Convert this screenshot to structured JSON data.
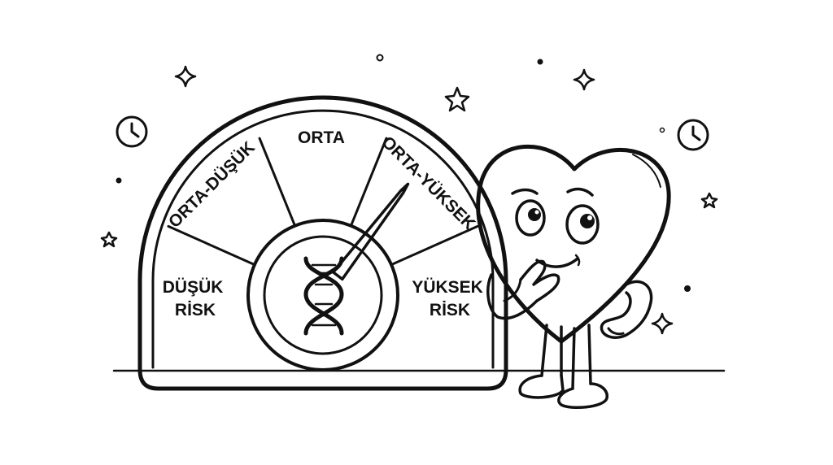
{
  "gauge": {
    "segments": [
      {
        "key": "dusuk",
        "lines": [
          "DÜŞÜK",
          "RİSK"
        ]
      },
      {
        "key": "orta_dusuk",
        "lines": [
          "ORTA-DÜŞÜK"
        ]
      },
      {
        "key": "orta",
        "lines": [
          "ORTA"
        ]
      },
      {
        "key": "orta_yuksek",
        "lines": [
          "ORTA-YÜKSEK"
        ]
      },
      {
        "key": "yuksek",
        "lines": [
          "YÜKSEK",
          "RİSK"
        ]
      }
    ],
    "needle_value": 0.67,
    "center_icon": "dna-icon"
  },
  "character": {
    "icon": "heart-character-icon",
    "pose": "thinking"
  },
  "decorations": [
    "clock-icon",
    "clock-icon",
    "star-icon",
    "sparkle-icon",
    "dot-icon"
  ],
  "colors": {
    "ink": "#111111",
    "background": "#ffffff"
  }
}
